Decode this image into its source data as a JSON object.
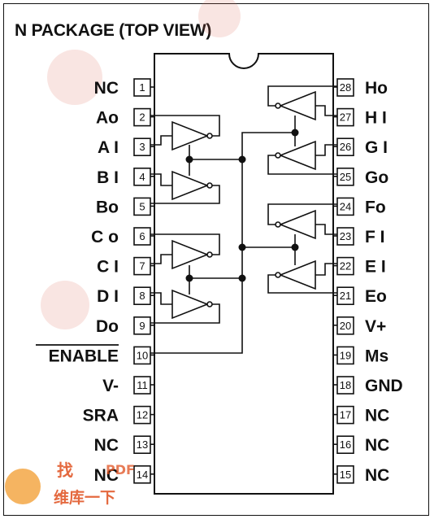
{
  "title": "N PACKAGE (TOP VIEW)",
  "pins_left": [
    {
      "num": "1",
      "label": "NC"
    },
    {
      "num": "2",
      "label": "Ao"
    },
    {
      "num": "3",
      "label": "A I"
    },
    {
      "num": "4",
      "label": "B I"
    },
    {
      "num": "5",
      "label": "Bo"
    },
    {
      "num": "6",
      "label": "C o"
    },
    {
      "num": "7",
      "label": "C I"
    },
    {
      "num": "8",
      "label": "D I"
    },
    {
      "num": "9",
      "label": "Do"
    },
    {
      "num": "10",
      "label": "ENABLE"
    },
    {
      "num": "11",
      "label": "V-"
    },
    {
      "num": "12",
      "label": "SRA"
    },
    {
      "num": "13",
      "label": "NC"
    },
    {
      "num": "14",
      "label": "NC"
    }
  ],
  "pins_right": [
    {
      "num": "28",
      "label": "Ho"
    },
    {
      "num": "27",
      "label": "H I"
    },
    {
      "num": "26",
      "label": "G I"
    },
    {
      "num": "25",
      "label": "Go"
    },
    {
      "num": "24",
      "label": "Fo"
    },
    {
      "num": "23",
      "label": "F I"
    },
    {
      "num": "22",
      "label": "E I"
    },
    {
      "num": "21",
      "label": "Eo"
    },
    {
      "num": "20",
      "label": "V+"
    },
    {
      "num": "19",
      "label": "Ms"
    },
    {
      "num": "18",
      "label": "GND"
    },
    {
      "num": "17",
      "label": "NC"
    },
    {
      "num": "16",
      "label": "NC"
    },
    {
      "num": "15",
      "label": "NC"
    }
  ],
  "watermark": {
    "text1": "找",
    "text2": "PDF",
    "text3": "维库一下"
  }
}
